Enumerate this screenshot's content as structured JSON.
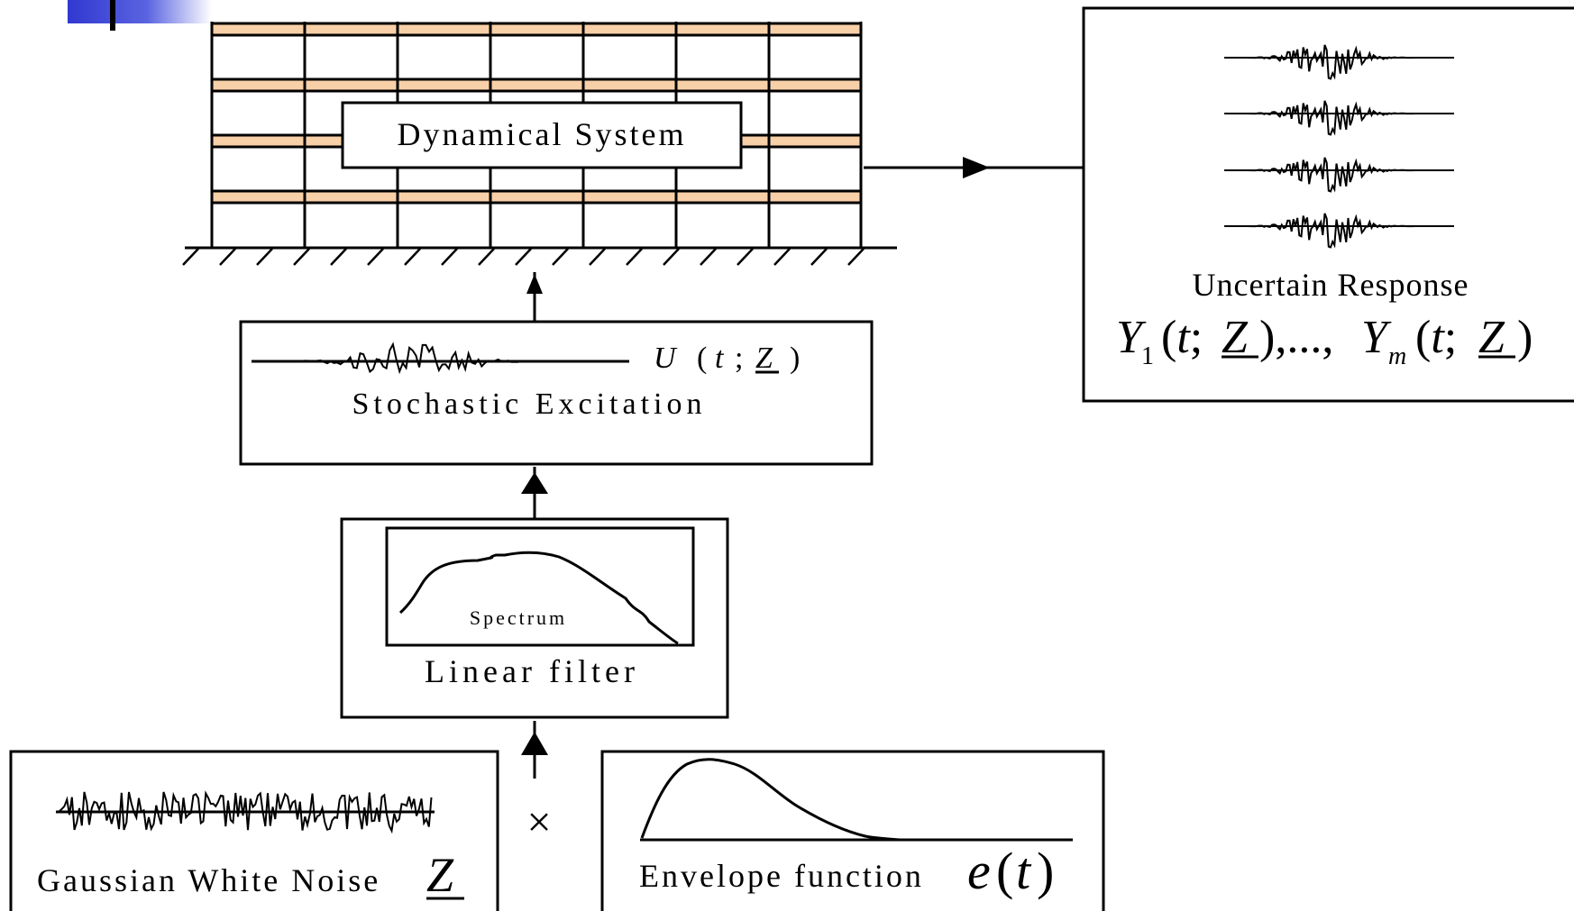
{
  "dynamical_system": {
    "label": "Dynamical System"
  },
  "response": {
    "label": "Uncertain Response",
    "formula": {
      "y1": "Y",
      "sub1": "1",
      "args": "(t; Z),...., ",
      "ym": "Y",
      "subm": "m",
      "args2": "(t; Z)"
    }
  },
  "excitation": {
    "label": "Stochastic Excitation",
    "formula": "U  ( t ; Z )"
  },
  "filter": {
    "label": "Linear filter",
    "inner_label": "Spectrum"
  },
  "noise": {
    "label": "Gaussian White Noise",
    "symbol": "Z"
  },
  "operator": {
    "symbol": "×"
  },
  "envelope": {
    "label": "Envelope function",
    "symbol": "e(t)"
  },
  "colors": {
    "floor_band": "#f8d0a8",
    "accent_blue": "#3040d0"
  }
}
